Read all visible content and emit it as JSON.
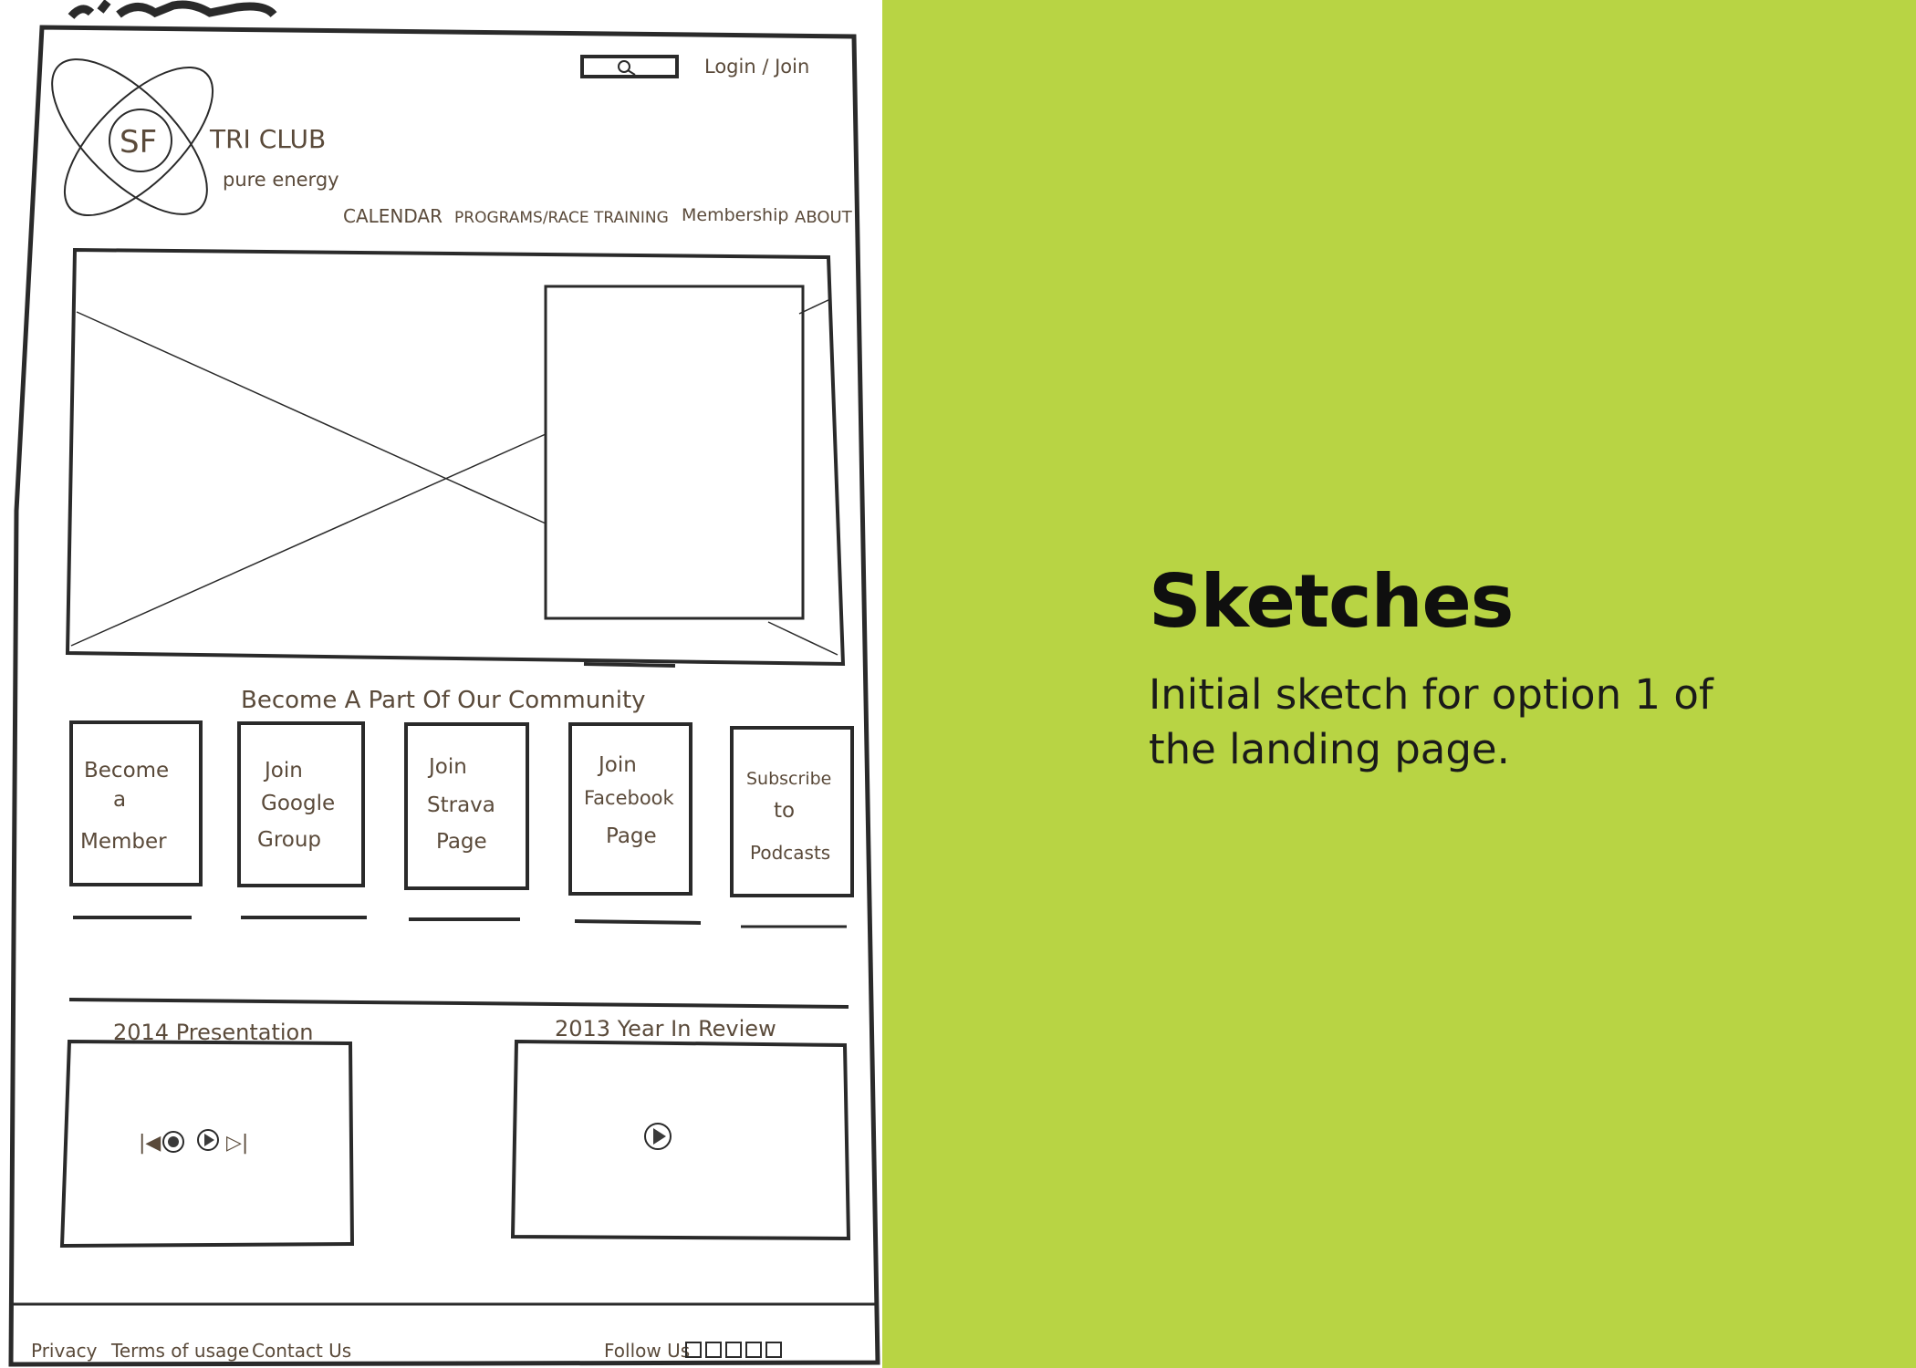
{
  "caption": {
    "title": "Sketches",
    "description": "Initial sketch for option 1 of the landing page."
  },
  "sketch": {
    "logo_initials": "SF",
    "brand_name": "TRI CLUB",
    "tagline": "pure energy",
    "login_link": "Login / Join",
    "nav": [
      "CALENDAR",
      "PROGRAMS/RACE TRAINING",
      "Membership",
      "ABOUT"
    ],
    "community_heading": "Become A Part Of Our Community",
    "cards": [
      [
        "Become",
        "a",
        "Member"
      ],
      [
        "Join",
        "Google",
        "Group"
      ],
      [
        "Join",
        "Strava",
        "Page"
      ],
      [
        "Join",
        "Facebook",
        "Page"
      ],
      [
        "Subscribe",
        "to",
        "Podcasts"
      ]
    ],
    "video_left_title": "2014 Presentation",
    "video_right_title": "2013 Year In Review",
    "footer_links": [
      "Privacy",
      "Terms of usage",
      "Contact Us"
    ],
    "follow_label": "Follow Us"
  },
  "colors": {
    "accent_green": "#b8d444",
    "ink": "#2a2a2a",
    "pencil_text": "#5a4a3a"
  }
}
